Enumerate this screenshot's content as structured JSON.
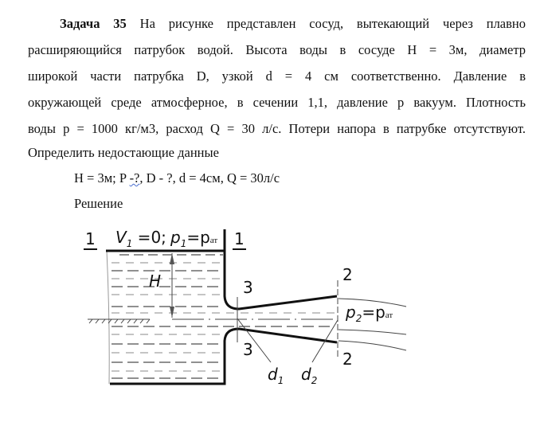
{
  "task": {
    "title": "Задача 35",
    "lines": [
      "На рисунке представлен сосуд, вытекающий через плавно",
      "расширяющийся патрубок водой. Высота воды в сосуде H = 3м, диаметр",
      "широкой части патрубка D, узкой d = 4 см соответственно. Давление в",
      "окружающей среде атмосферное, в сечении 1,1, давление p вакуум. Плотность",
      "воды p = 1000 кг/м3, расход Q = 30 л/с. Потери напора в патрубке отсутствуют.",
      "Определить недостающие данные"
    ],
    "given_a": "H = 3м; P ",
    "given_b": "-?",
    "given_c": ", D - ?, d = 4см, Q = 30л/с",
    "solution_label": "Решение"
  },
  "diagram": {
    "section1_left": "1",
    "section1_right": "1",
    "v1": "V",
    "v1_sub": "1",
    "v1_eq": " =0;",
    "p1": "p",
    "p1_sub": "1",
    "p1_eq": "=p",
    "p1_at": "ат",
    "h": "H",
    "section3_top": "3",
    "section3_bottom": "3",
    "section2_top": "2",
    "section2_bottom": "2",
    "d1": "d",
    "d1_sub": "1",
    "d2": "d",
    "d2_sub": "2",
    "p2": "p",
    "p2_sub": "2",
    "p2_eq": "=p",
    "p2_at": "ат"
  }
}
